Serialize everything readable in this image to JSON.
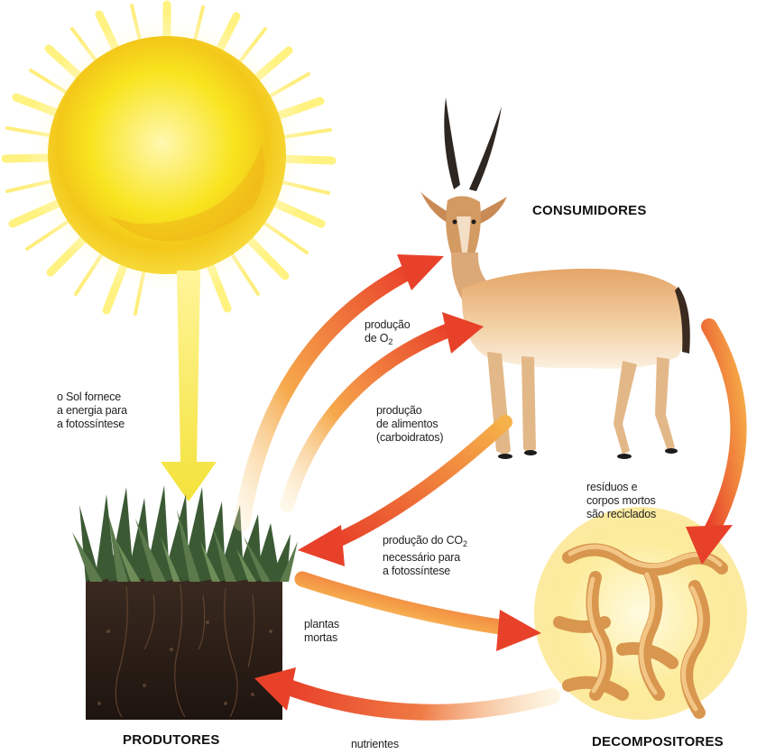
{
  "titles": {
    "consumers": "CONSUMIDORES",
    "producers": "PRODUTORES",
    "decomposers": "DECOMPOSITORES"
  },
  "labels": {
    "sun": [
      "o Sol fornece",
      "a energia para",
      "a fotossíntese"
    ],
    "oxygen": {
      "line1": "produção",
      "line2_prefix": "de O",
      "line2_sub": "2"
    },
    "food": [
      "produção",
      "de alimentos",
      "(carboidratos)"
    ],
    "co2": {
      "line1_prefix": "produção do CO",
      "line1_sub": "2",
      "line2": "necessário para",
      "line3": "a fotossíntese"
    },
    "dead_plants": [
      "plantas",
      "mortas"
    ],
    "residues": [
      "resíduos e",
      "corpos mortos",
      "são reciclados"
    ],
    "nutrients": "nutrientes"
  },
  "colors": {
    "sun_core": "#f7e21a",
    "sun_ray": "#fff06a",
    "arrow": "#e8412a",
    "arrow_light": "#f6b24a",
    "soil": "#2a1c14",
    "grass": "#3b5a34",
    "decomposer_bg": "#fbe99a",
    "fungus": "#e0a25a"
  }
}
